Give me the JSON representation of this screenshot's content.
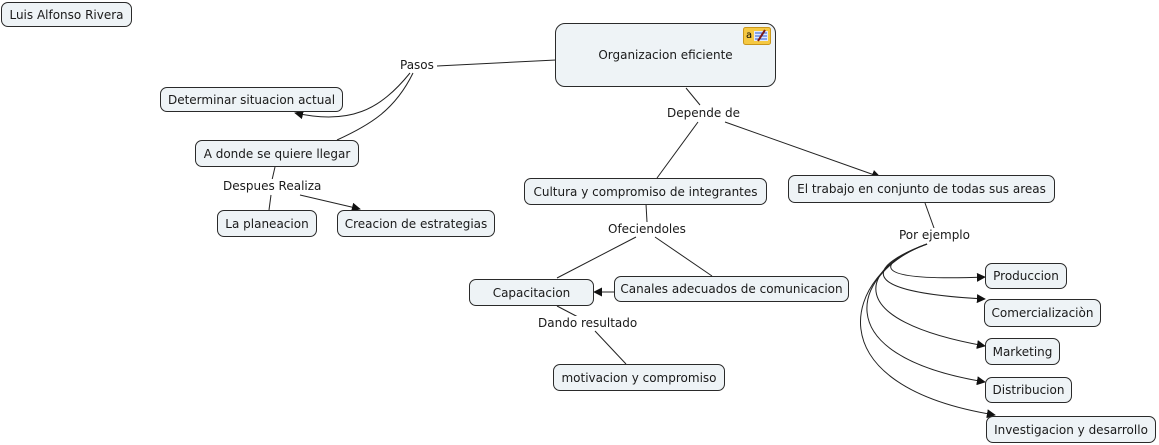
{
  "author": "Luis Alfonso Rivera",
  "main_concept": "Organizacion eficiente",
  "main_icon": "note-icon",
  "concepts": {
    "determinar": "Determinar situacion actual",
    "adonde": "A donde se quiere llegar",
    "planeacion": "La planeacion",
    "estrategias": "Creacion de estrategias",
    "cultura": "Cultura y compromiso de integrantes",
    "trabajo": "El trabajo en conjunto de todas sus areas",
    "capacitacion": "Capacitacion",
    "canales": "Canales adecuados de comunicacion",
    "motivacion": "motivacion y compromiso",
    "produccion": "Produccion",
    "comercializacion": "Comercializaciòn",
    "marketing": "Marketing",
    "distribucion": "Distribucion",
    "investigacion": "Investigacion y desarrollo"
  },
  "link_labels": {
    "pasos": "Pasos",
    "depende": "Depende de",
    "despues": "Despues Realiza",
    "ofeciendoles": "Ofeciendoles",
    "dando": "Dando resultado",
    "ejemplo": "Por ejemplo"
  },
  "colors": {
    "node_fill": "#eef3f6",
    "node_border": "#2a2a2a",
    "note_icon": "#f5c842"
  }
}
